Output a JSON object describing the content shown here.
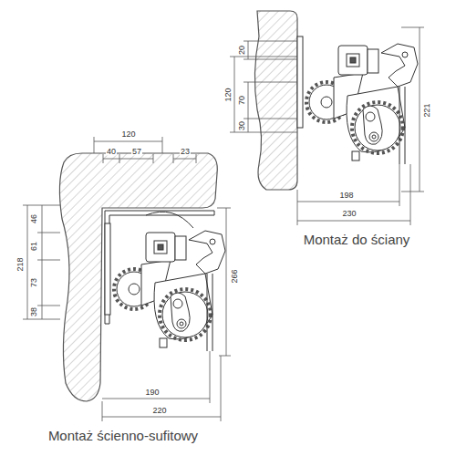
{
  "diagram": {
    "labels": [
      "20",
      "120",
      "70",
      "30",
      "221",
      "198",
      "230",
      "Montaż do ściany",
      "120",
      "40",
      "57",
      "23",
      "46",
      "61",
      "218",
      "73",
      "38",
      "266",
      "190",
      "220",
      "Montaż ścienno-sufitowy"
    ]
  }
}
